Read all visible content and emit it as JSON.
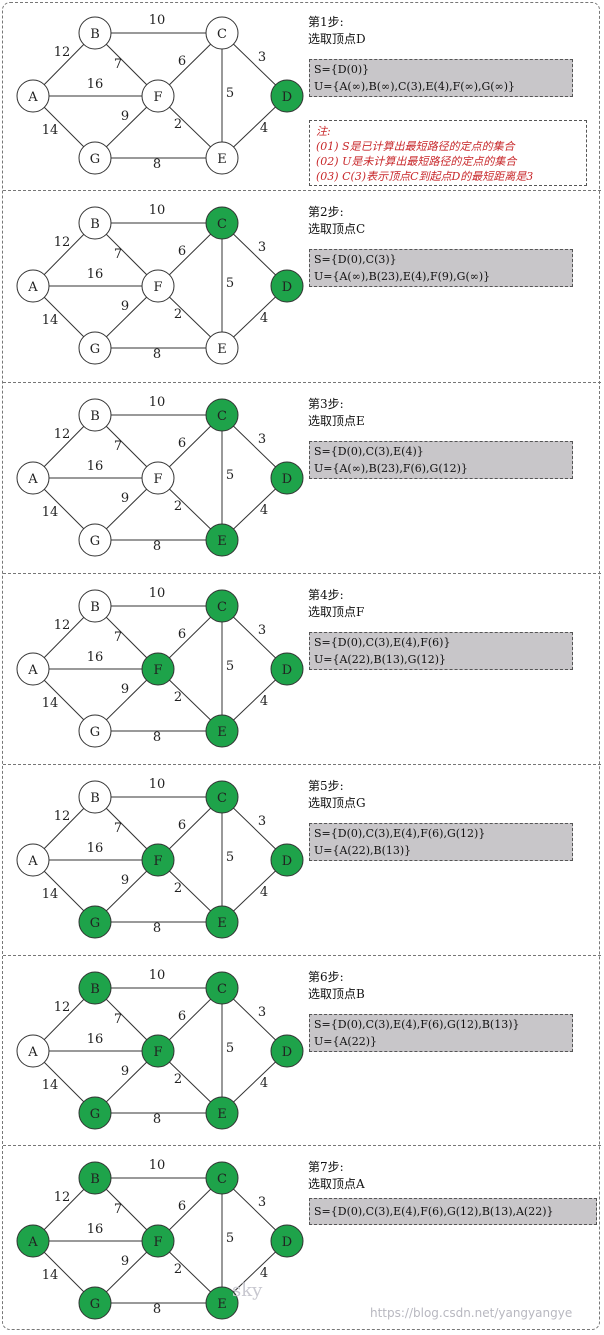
{
  "nodes": [
    "A",
    "B",
    "C",
    "D",
    "E",
    "F",
    "G"
  ],
  "edges": [
    {
      "from": "A",
      "to": "B",
      "weight": "12"
    },
    {
      "from": "A",
      "to": "F",
      "weight": "16"
    },
    {
      "from": "A",
      "to": "G",
      "weight": "14"
    },
    {
      "from": "B",
      "to": "C",
      "weight": "10"
    },
    {
      "from": "B",
      "to": "F",
      "weight": "7"
    },
    {
      "from": "C",
      "to": "F",
      "weight": "6"
    },
    {
      "from": "C",
      "to": "D",
      "weight": "3"
    },
    {
      "from": "C",
      "to": "E",
      "weight": "5"
    },
    {
      "from": "F",
      "to": "G",
      "weight": "9"
    },
    {
      "from": "F",
      "to": "E",
      "weight": "2"
    },
    {
      "from": "G",
      "to": "E",
      "weight": "8"
    },
    {
      "from": "E",
      "to": "D",
      "weight": "4"
    }
  ],
  "colors": {
    "visited": "#1ea34a",
    "unvisited": "#ffffff",
    "note": "#c8282b",
    "setbox": "#c8c6c9"
  },
  "steps": [
    {
      "title": "第1步:",
      "subtitle": "选取顶点D",
      "visited": [
        "D"
      ],
      "lines": [
        "S={D(0)}",
        "U={A(∞),B(∞),C(3),E(4),F(∞),G(∞)}"
      ]
    },
    {
      "title": "第2步:",
      "subtitle": "选取顶点C",
      "visited": [
        "D",
        "C"
      ],
      "lines": [
        "S={D(0),C(3)}",
        "U={A(∞),B(23),E(4),F(9),G(∞)}"
      ]
    },
    {
      "title": "第3步:",
      "subtitle": "选取顶点E",
      "visited": [
        "D",
        "C",
        "E"
      ],
      "lines": [
        "S={D(0),C(3),E(4)}",
        "U={A(∞),B(23),F(6),G(12)}"
      ]
    },
    {
      "title": "第4步:",
      "subtitle": "选取顶点F",
      "visited": [
        "D",
        "C",
        "E",
        "F"
      ],
      "lines": [
        "S={D(0),C(3),E(4),F(6)}",
        "U={A(22),B(13),G(12)}"
      ]
    },
    {
      "title": "第5步:",
      "subtitle": "选取顶点G",
      "visited": [
        "D",
        "C",
        "E",
        "F",
        "G"
      ],
      "lines": [
        "S={D(0),C(3),E(4),F(6),G(12)}",
        "U={A(22),B(13)}"
      ]
    },
    {
      "title": "第6步:",
      "subtitle": "选取顶点B",
      "visited": [
        "D",
        "C",
        "E",
        "F",
        "G",
        "B"
      ],
      "lines": [
        "S={D(0),C(3),E(4),F(6),G(12),B(13)}",
        "U={A(22)}"
      ]
    },
    {
      "title": "第7步:",
      "subtitle": "选取顶点A",
      "visited": [
        "D",
        "C",
        "E",
        "F",
        "G",
        "B",
        "A"
      ],
      "lines": [
        "S={D(0),C(3),E(4),F(6),G(12),B(13),A(22)}"
      ]
    }
  ],
  "note": {
    "heading": "注:",
    "lines": [
      "(01) S是已计算出最短路径的定点的集合",
      "(02) U是未计算出最短路径的定点的集合",
      "(03) C(3)表示顶点C到起点D的最短距离是3"
    ]
  },
  "watermark": "https://blog.csdn.net/yangyangye",
  "watermark2": "sky"
}
